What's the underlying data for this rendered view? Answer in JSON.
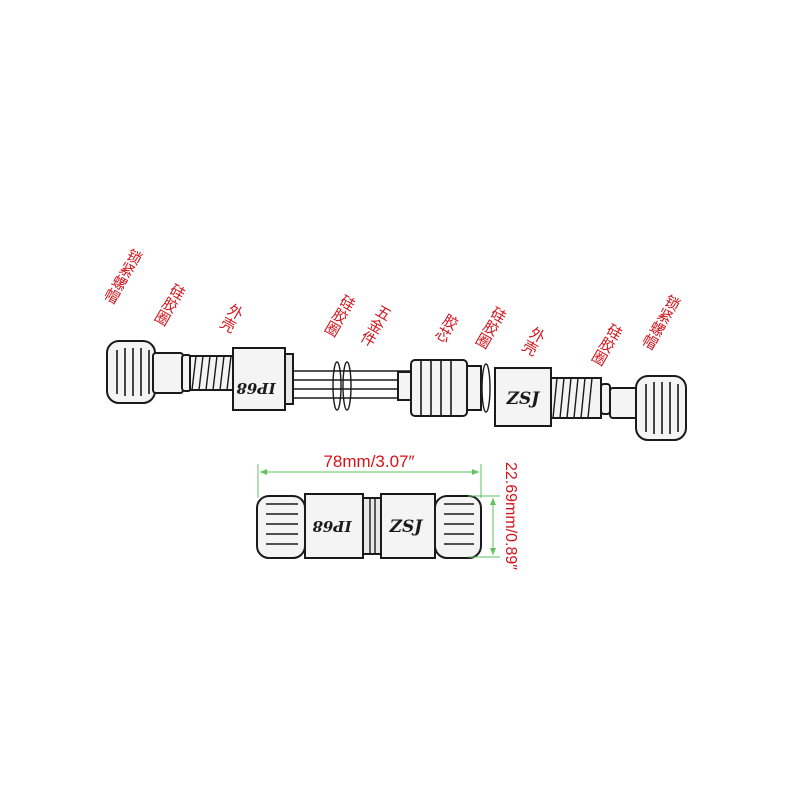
{
  "labels": {
    "lock_nut_left": "锁紧螺帽",
    "silicone_ring_left": "硅胶圈",
    "shell_left": "外壳",
    "silicone_ring_center": "硅胶圈",
    "hardware": "五金件",
    "rubber_core": "胶芯",
    "silicone_ring_right_mid": "硅胶圈",
    "shell_right": "外壳",
    "silicone_ring_right": "硅胶圈",
    "lock_nut_right": "锁紧螺帽"
  },
  "markings": {
    "rating": "IP68",
    "brand": "ZSJ"
  },
  "dimensions": {
    "length": "78mm/3.07″",
    "diameter": "22.69mm/0.89″"
  },
  "colors": {
    "label": "#d4141c",
    "dimension_line": "#5fc25f",
    "outline": "#1a1a1a"
  }
}
